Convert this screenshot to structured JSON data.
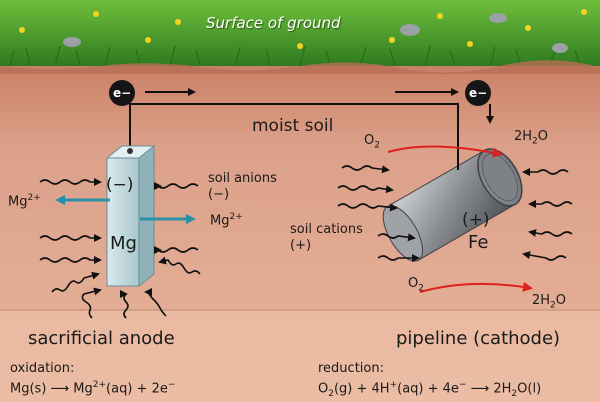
{
  "surface_label": "Surface of ground",
  "electron_label": "e−",
  "medium_label": "moist soil",
  "anode": {
    "charge": "(−)",
    "metal": "Mg",
    "ion_left": "Mg2+",
    "ion_right": "Mg2+",
    "anions_label": "soil anions",
    "anions_charge": "(−)",
    "title": "sacrificial anode"
  },
  "cathode": {
    "charge": "(+)",
    "metal": "Fe",
    "o2_top": "O2",
    "o2_bottom": "O2",
    "water_top": "2H2O",
    "water_bottom": "2H2O",
    "cations_label": "soil cations",
    "cations_charge": "(+)",
    "title": "pipeline (cathode)"
  },
  "oxidation": {
    "heading": "oxidation:",
    "equation": "Mg(s) ⟶ Mg2+(aq) + 2e−"
  },
  "reduction": {
    "heading": "reduction:",
    "equation": "O2(g) + 4H+(aq) + 4e− ⟶ 2H2O(l)"
  },
  "colors": {
    "grass": "#3f8f2a",
    "soil": "#d89a82",
    "soil_dark": "#c98a70",
    "anode": "#bcd6dc",
    "pipe": "#8d9094",
    "ion_arrow": "#2a90a8",
    "reaction_arrow": "#e0201c"
  }
}
